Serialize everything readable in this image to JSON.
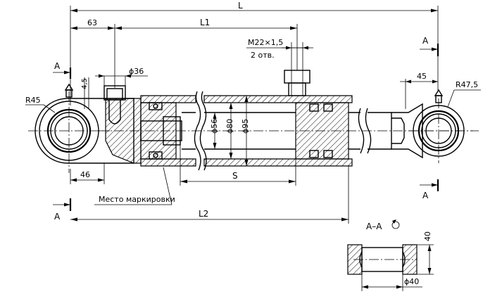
{
  "labels": {
    "overall_length": "L",
    "stroke_length": "L1",
    "mounting_length": "L2",
    "stroke": "S",
    "offset_63": "63",
    "offset_45_top": "4,5",
    "port_dia": "ϕ36",
    "port_thread_1": "M22×1,5",
    "port_thread_2": "2 отв.",
    "radius_left": "R45",
    "radius_right": "R47,5",
    "rod_dia": "ϕ56",
    "bore_dia": "ϕ80",
    "tube_dia": "ϕ95",
    "offset_46": "46",
    "offset_45_right": "45",
    "marking_place": "Место маркировки",
    "section_mark": "A",
    "section_title": "A–A",
    "section_height": "40",
    "section_width": "ϕ40"
  }
}
